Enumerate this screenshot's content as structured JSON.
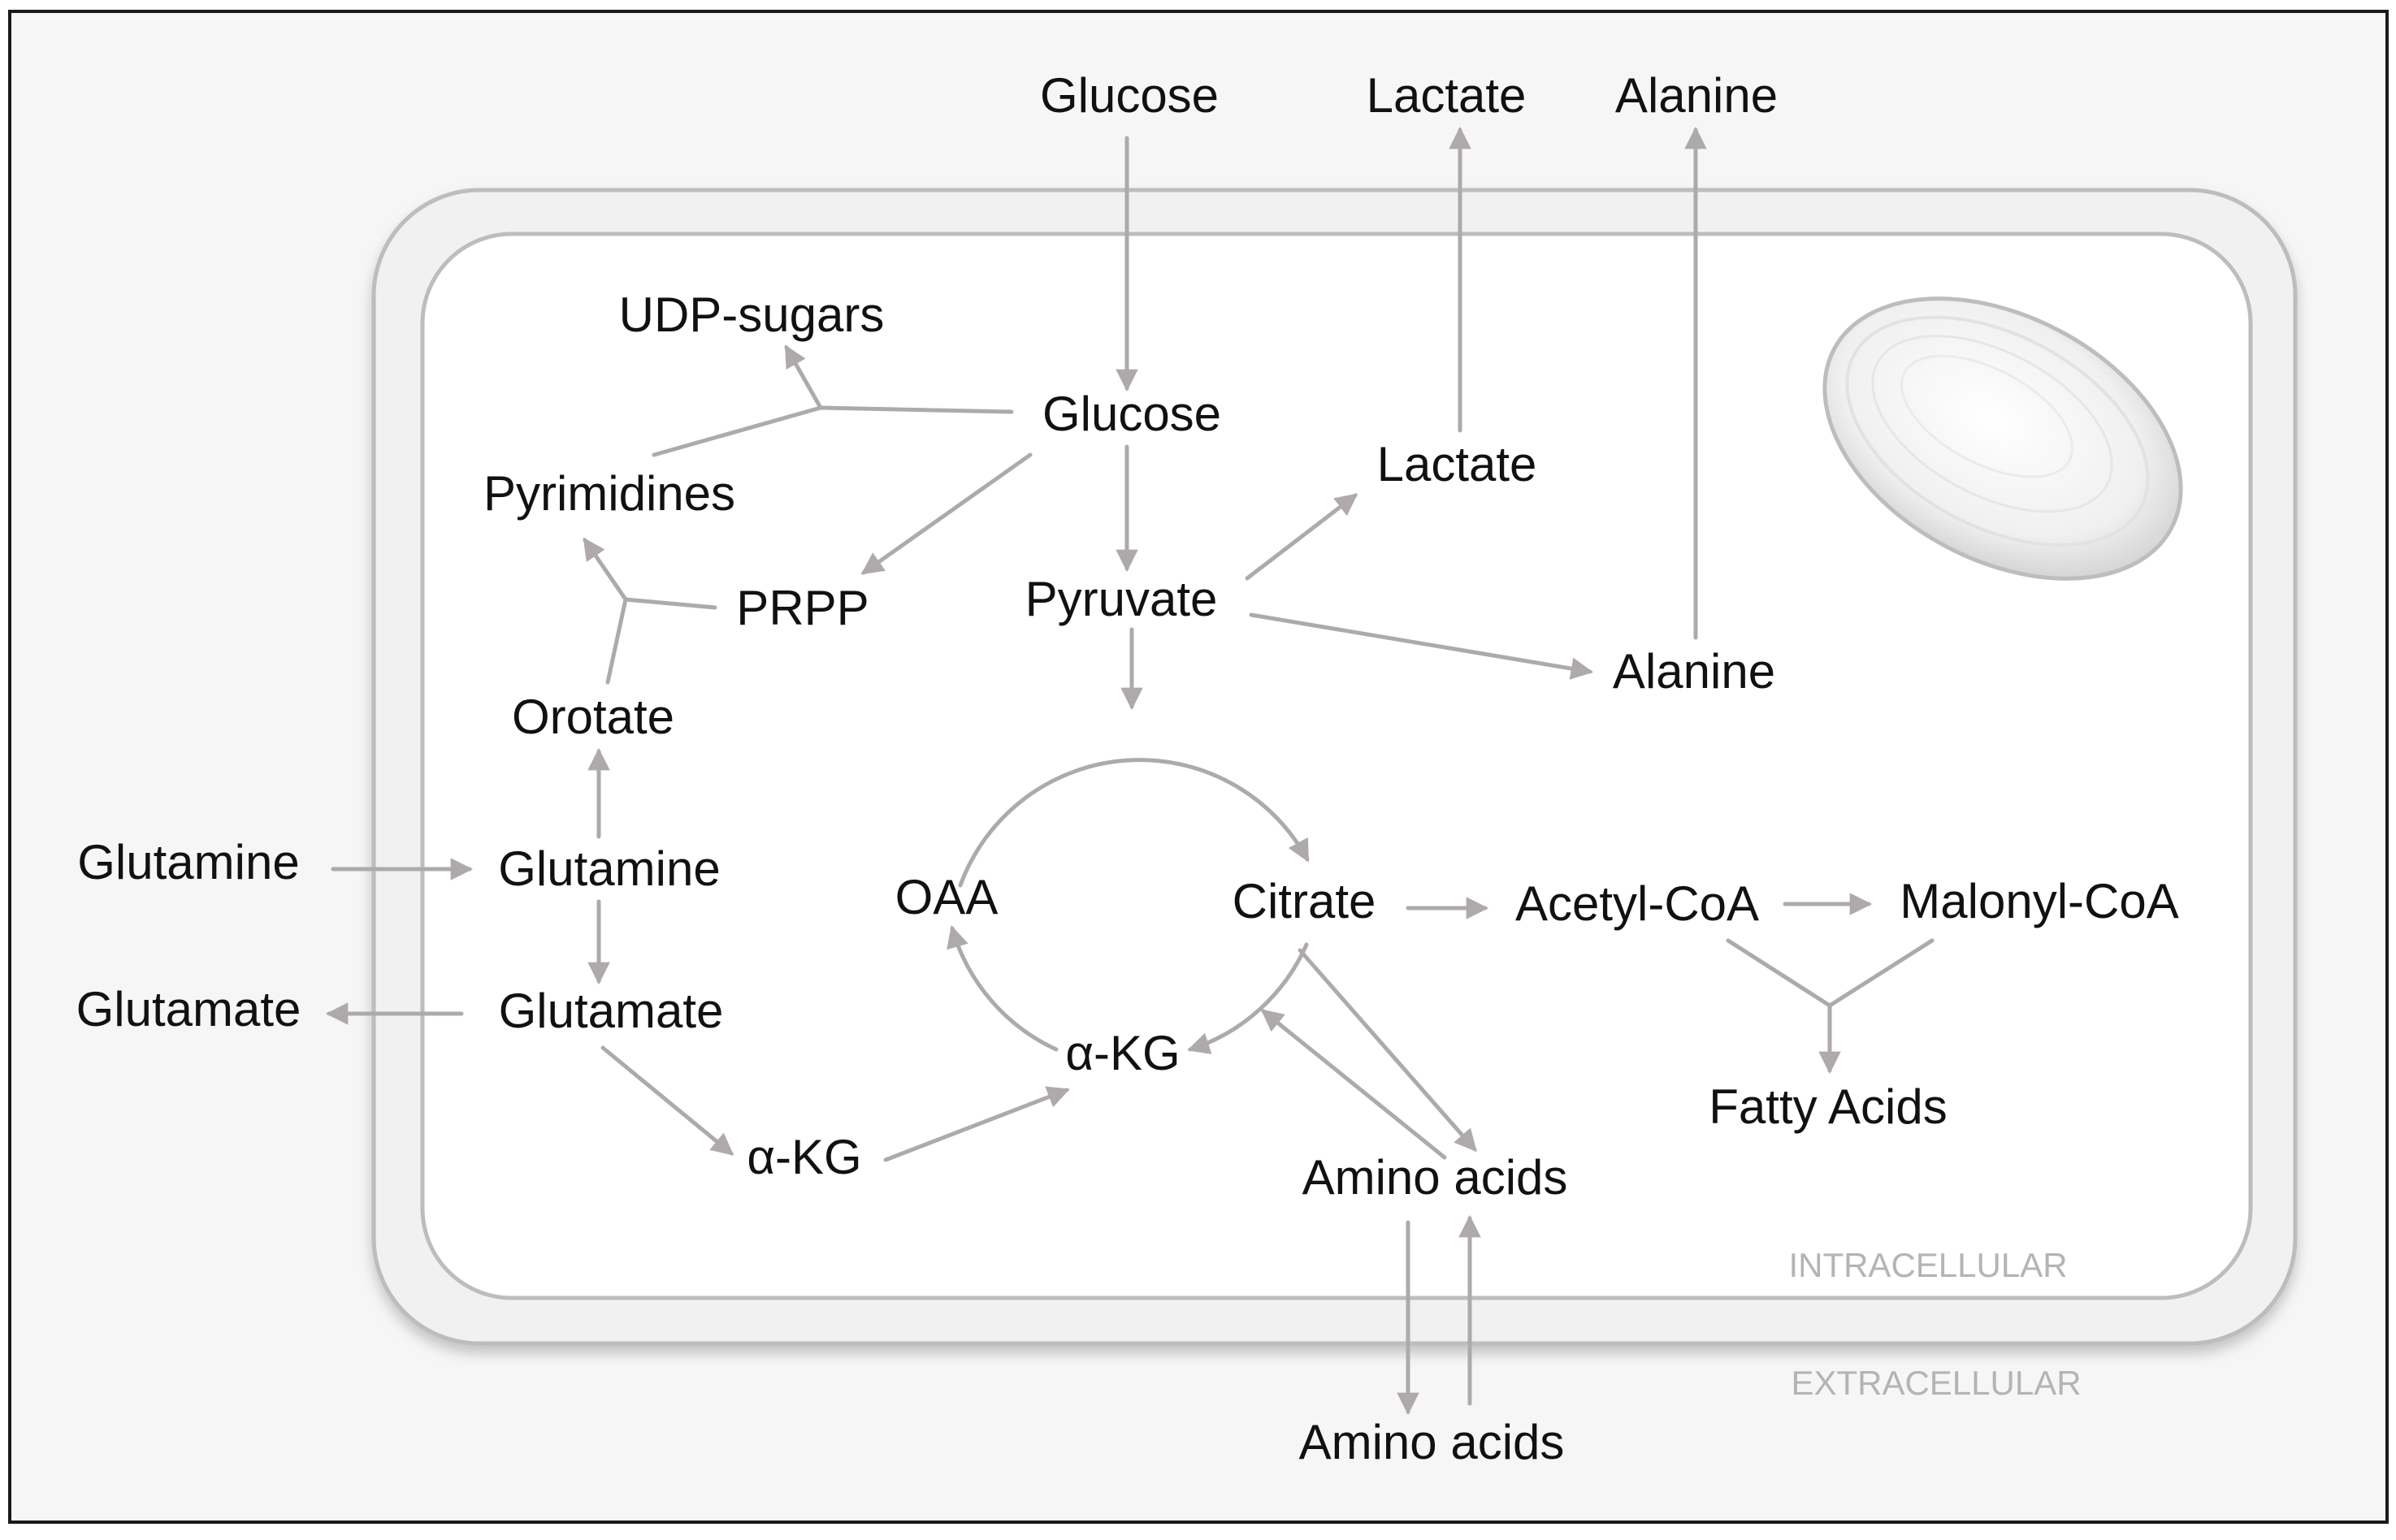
{
  "colors": {
    "arrow": "#aeaaaa",
    "membrane_band": "#f1f1f1",
    "membrane_edge": "#bdbdbd",
    "outer_background": "#f6f6f6",
    "zone_text": "#b4b4b4"
  },
  "extracellular": {
    "glucose": "Glucose",
    "lactate": "Lactate",
    "alanine": "Alanine",
    "glutamine": "Glutamine",
    "glutamate": "Glutamate",
    "amino_acids": "Amino acids"
  },
  "intracellular": {
    "udp_sugars": "UDP-sugars",
    "glucose": "Glucose",
    "lactate": "Lactate",
    "pyrimidines": "Pyrimidines",
    "prpp": "PRPP",
    "pyruvate": "Pyruvate",
    "alanine": "Alanine",
    "orotate": "Orotate",
    "glutamine": "Glutamine",
    "glutamate": "Glutamate",
    "oaa": "OAA",
    "citrate": "Citrate",
    "acetyl_coa": "Acetyl-CoA",
    "malonyl_coa": "Malonyl-CoA",
    "akg_cycle": "α-KG",
    "akg_side": "α-KG",
    "fatty_acids": "Fatty Acids",
    "amino_acids": "Amino acids"
  },
  "zones": {
    "intracellular": "INTRACELLULAR",
    "extracellular": "EXTRACELLULAR"
  },
  "icons": {
    "organelle": "mitochondrion-like-organelle-sketch"
  }
}
